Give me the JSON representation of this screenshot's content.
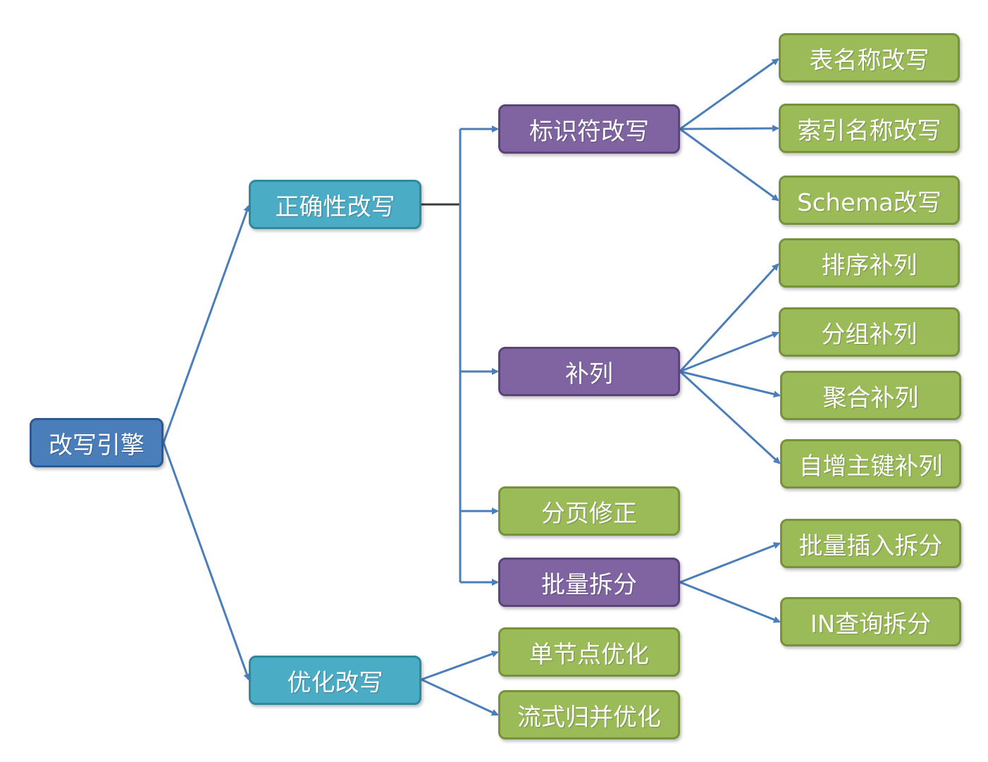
{
  "root": {
    "label": "改写引擎"
  },
  "level1": {
    "correctness": {
      "label": "正确性改写"
    },
    "optimization": {
      "label": "优化改写"
    }
  },
  "level2": {
    "identifier": {
      "label": "标识符改写"
    },
    "add_column": {
      "label": "补列"
    },
    "pagination": {
      "label": "分页修正"
    },
    "batch_split": {
      "label": "批量拆分"
    },
    "single_node": {
      "label": "单节点优化"
    },
    "stream_merge": {
      "label": "流式归并优化"
    }
  },
  "level3": {
    "table_name": {
      "label": "表名称改写"
    },
    "index_name": {
      "label": "索引名称改写"
    },
    "schema": {
      "label": "Schema改写"
    },
    "order_col": {
      "label": "排序补列"
    },
    "group_col": {
      "label": "分组补列"
    },
    "agg_col": {
      "label": "聚合补列"
    },
    "autoinc_col": {
      "label": "自增主键补列"
    },
    "batch_insert": {
      "label": "批量插入拆分"
    },
    "in_query": {
      "label": "IN查询拆分"
    }
  },
  "colors": {
    "root": "#4a7ebb",
    "level1": "#4bacc6",
    "branch": "#8064a2",
    "leaf": "#9bbb59",
    "connector": "#4a7ebb"
  }
}
